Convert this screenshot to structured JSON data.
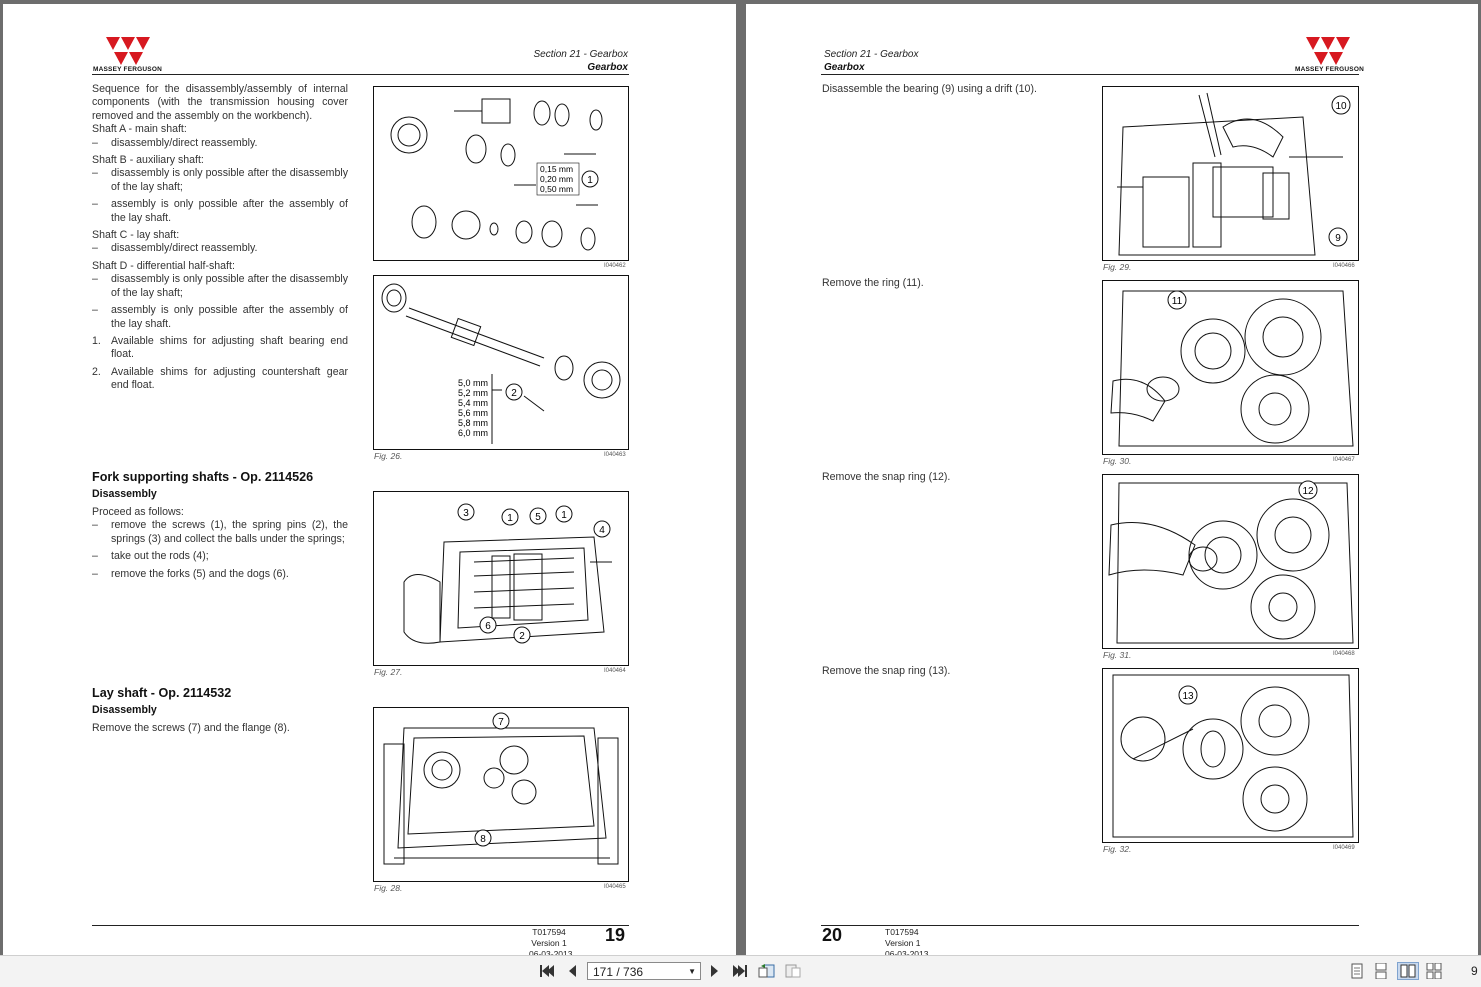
{
  "brand": {
    "name": "MASSEY FERGUSON",
    "color": "#d71920"
  },
  "left_page": {
    "header": {
      "section": "Section 21 - Gearbox",
      "subsection": "Gearbox"
    },
    "intro": "Sequence for the disassembly/assembly of internal components (with the transmission housing cover removed and the assembly on the workbench).",
    "shaft_a": {
      "title": "Shaft A - main shaft:",
      "items": [
        "disassembly/direct reassembly."
      ]
    },
    "shaft_b": {
      "title": "Shaft B - auxiliary shaft:",
      "items": [
        "disassembly is only possible after the disassembly of the lay shaft;",
        "assembly is only possible after the assembly of the lay shaft."
      ]
    },
    "shaft_c": {
      "title": "Shaft C - lay shaft:",
      "items": [
        "disassembly/direct reassembly."
      ]
    },
    "shaft_d": {
      "title": "Shaft D - differential half-shaft:",
      "items": [
        "disassembly is only possible after the disassembly of the lay shaft;",
        "assembly is only possible after the assembly of the lay shaft."
      ]
    },
    "notes": [
      "Available shims for adjusting shaft bearing end float.",
      "Available shims for adjusting countershaft gear end float."
    ],
    "fork_section": {
      "title": "Fork supporting shafts - Op. 2114526",
      "subtitle": "Disassembly",
      "lead": "Proceed as follows:",
      "items": [
        "remove the screws (1), the spring pins (2), the springs (3) and collect the balls under the springs;",
        "take out the rods (4);",
        "remove the forks (5) and the dogs (6)."
      ]
    },
    "lay_section": {
      "title": "Lay shaft - Op. 2114532",
      "subtitle": "Disassembly",
      "text": "Remove the screws (7) and the flange (8)."
    },
    "figures": [
      {
        "caption": "",
        "code": "I040462",
        "callouts": [
          "1"
        ],
        "shims": [
          "0,15 mm",
          "0,20 mm",
          "0,50 mm"
        ]
      },
      {
        "caption": "Fig. 26.",
        "code": "I040463",
        "callouts": [
          "2"
        ],
        "shims": [
          "5,0 mm",
          "5,2 mm",
          "5,4 mm",
          "5,6 mm",
          "5,8 mm",
          "6,0 mm"
        ]
      },
      {
        "caption": "Fig. 27.",
        "code": "I040464",
        "callouts": [
          "3",
          "1",
          "5",
          "1",
          "4",
          "6",
          "2"
        ]
      },
      {
        "caption": "Fig. 28.",
        "code": "I040465",
        "callouts": [
          "7",
          "8"
        ]
      }
    ],
    "footer": {
      "doc": "T017594",
      "version": "Version 1",
      "date": "06-03-2013",
      "page": "19"
    }
  },
  "right_page": {
    "header": {
      "section": "Section 21 - Gearbox",
      "subsection": "Gearbox"
    },
    "steps": [
      "Disassemble the bearing (9) using a drift (10).",
      "Remove the ring (11).",
      "Remove the snap ring (12).",
      "Remove the snap ring (13)."
    ],
    "figures": [
      {
        "caption": "Fig. 29.",
        "code": "I040466",
        "callouts": [
          "10",
          "9"
        ]
      },
      {
        "caption": "Fig. 30.",
        "code": "I040467",
        "callouts": [
          "11"
        ]
      },
      {
        "caption": "Fig. 31.",
        "code": "I040468",
        "callouts": [
          "12"
        ]
      },
      {
        "caption": "Fig. 32.",
        "code": "I040469",
        "callouts": [
          "13"
        ]
      }
    ],
    "footer": {
      "doc": "T017594",
      "version": "Version 1",
      "date": "06-03-2013",
      "page": "20"
    }
  },
  "toolbar": {
    "page_indicator": "171 / 736",
    "zoom": "9",
    "icons": [
      "first-page-icon",
      "previous-page-icon",
      "next-page-icon",
      "last-page-icon",
      "go-back-icon",
      "go-forward-icon",
      "single-page-icon",
      "continuous-page-icon",
      "two-page-icon",
      "two-page-continuous-icon"
    ]
  }
}
